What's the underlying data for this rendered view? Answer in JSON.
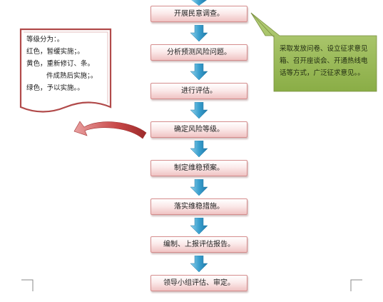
{
  "flowchart": {
    "steps": [
      "开展民意调查。",
      "分析预测风险问题。",
      "进行评估。",
      "确定风险等级。",
      "制定维稳预案。",
      "落实维稳措施。",
      "编制、上报评估报告。",
      "领导小组评估、审定。"
    ]
  },
  "note": {
    "lines": [
      "等级分为：。",
      "红色，暂缓实施；。",
      "黄色，重新修订、条。",
      "件成熟后实施；。",
      "绿色，予以实施。。"
    ]
  },
  "callout": {
    "text": "采取发放问卷、设立征求意见箱、召开座谈会、开通热线电话等方式，广泛征求意见。。"
  },
  "colors": {
    "step_border": "#d58d8d",
    "arrow_fill": "#4aa3c8",
    "note_border": "#b14a4a",
    "callout_fill": "#9bbb59",
    "curved_arrow": "#c04a4a"
  }
}
